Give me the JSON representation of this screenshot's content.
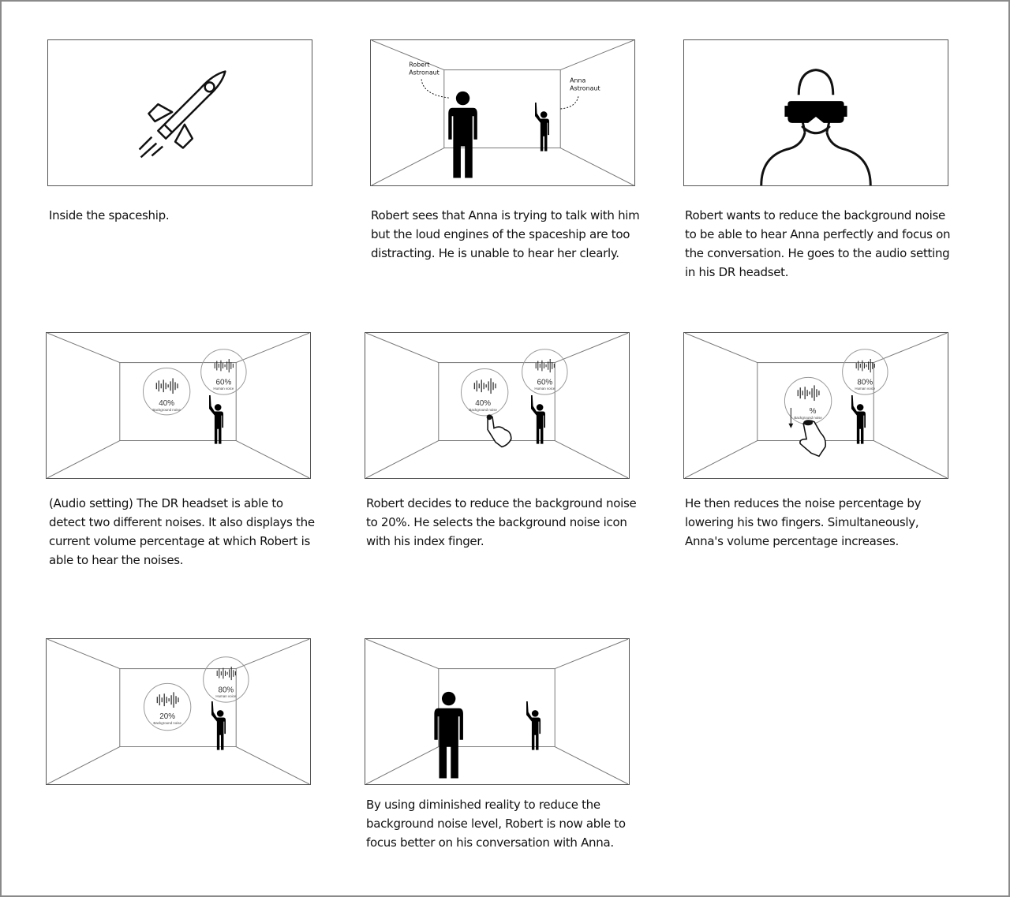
{
  "panels": [
    {
      "caption": "Inside the spaceship."
    },
    {
      "caption": "Robert sees that Anna is trying to talk with him but the loud engines of the spaceship are too distracting. He is unable to hear her clearly.",
      "labels": {
        "robert": [
          "Robert",
          "Astronaut"
        ],
        "anna": [
          "Anna",
          "Astronaut"
        ]
      }
    },
    {
      "caption": "Robert wants to reduce the background noise to be able to hear Anna perfectly and focus on the conversation. He goes to the audio setting in his DR headset."
    },
    {
      "caption": "(Audio setting) The DR headset is able to detect two different noises. It also displays the current volume percentage at which Robert is able to hear the noises.",
      "background": {
        "percent": "40%",
        "label": "Background noise"
      },
      "voice": {
        "percent": "60%",
        "label": "Human voice"
      }
    },
    {
      "caption": "Robert decides to reduce the background noise to 20%. He selects the background noise icon with his index finger.",
      "background": {
        "percent": "40%",
        "label": "Background noise"
      },
      "voice": {
        "percent": "60%",
        "label": "Human voice"
      }
    },
    {
      "caption": "He then reduces the noise percentage by lowering his two fingers. Simultaneously, Anna's volume percentage increases.",
      "background": {
        "percent": "%",
        "label": "Background noise"
      },
      "voice": {
        "percent": "80%",
        "label": "Human voice"
      }
    },
    {
      "caption": "",
      "background": {
        "percent": "20%",
        "label": "Background noise"
      },
      "voice": {
        "percent": "80%",
        "label": "Human voice"
      }
    },
    {
      "caption": "By using diminished reality to reduce the background noise level, Robert is now able to focus better on his conversation with Anna."
    }
  ]
}
